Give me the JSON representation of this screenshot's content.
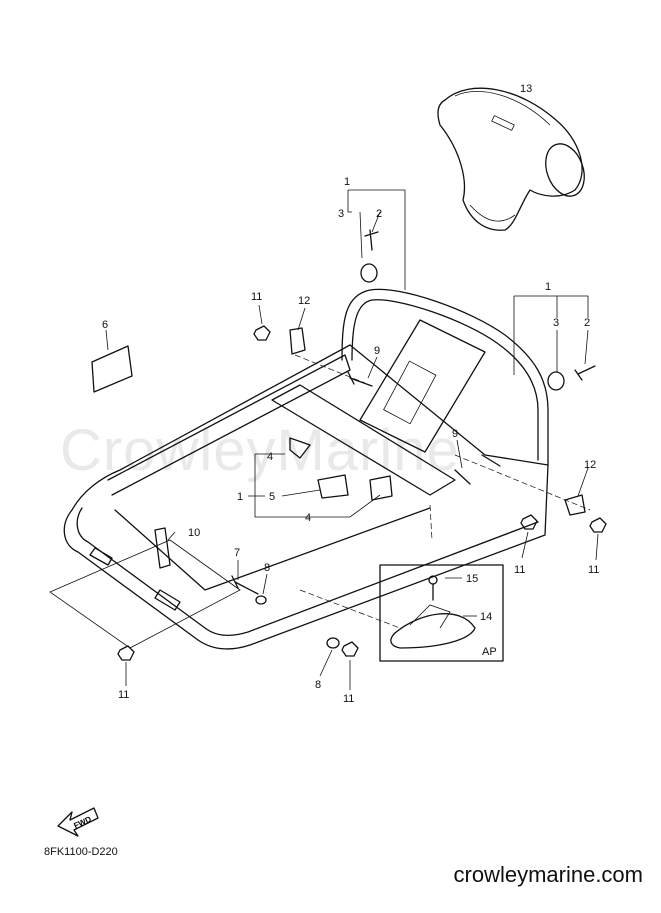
{
  "watermark": "CrowleyMarine",
  "diagram_code": "8FK1100-D220",
  "site": "crowleymarine.com",
  "fwd_label": "FWD",
  "inset_label": "AP",
  "callouts": {
    "c1a": "1",
    "c2a": "2",
    "c3a": "3",
    "c1b": "1",
    "c2b": "2",
    "c3b": "3",
    "c1c": "1",
    "c4a": "4",
    "c4b": "4",
    "c5": "5",
    "c6": "6",
    "c7": "7",
    "c8a": "8",
    "c8b": "8",
    "c9a": "9",
    "c9b": "9",
    "c10": "10",
    "c11a": "11",
    "c11b": "11",
    "c11c": "11",
    "c11d": "11",
    "c11e": "11",
    "c12a": "12",
    "c12b": "12",
    "c13": "13",
    "c14": "14",
    "c15": "15"
  }
}
